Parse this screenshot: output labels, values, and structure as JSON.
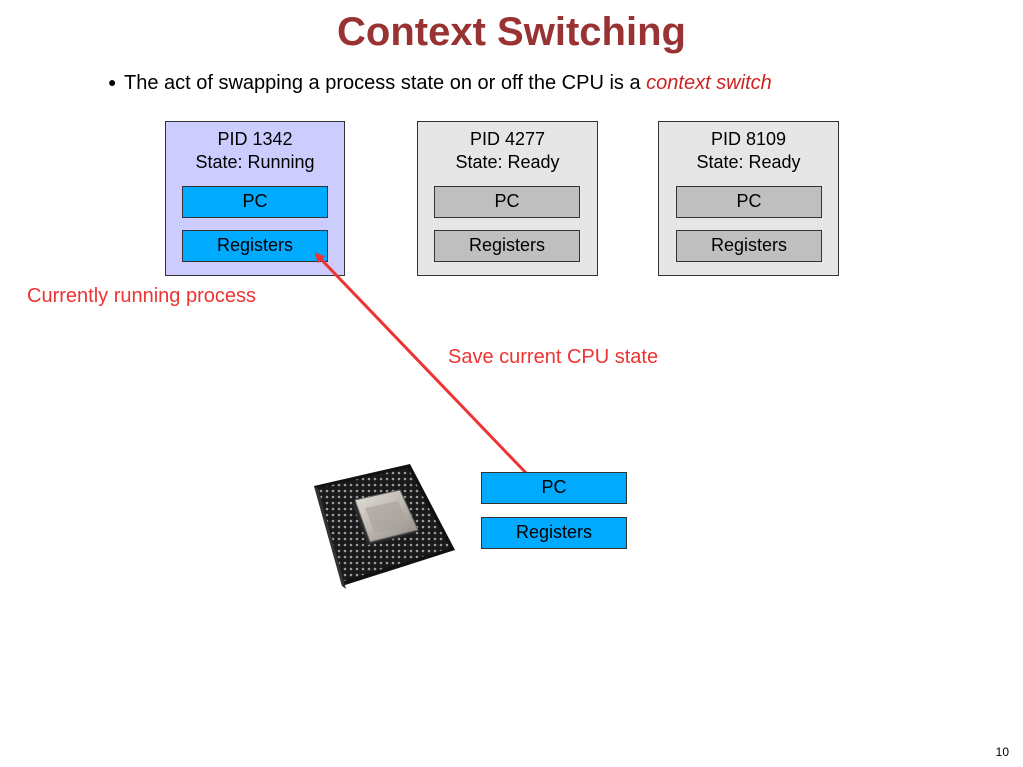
{
  "slide": {
    "title": "Context Switching",
    "bullet_text": "The act of swapping a process state on or off the CPU is a ",
    "bullet_emphasis": "context switch",
    "page_number": "10"
  },
  "processes": [
    {
      "pid": "PID 1342",
      "state": "State: Running",
      "pc": "PC",
      "registers": "Registers"
    },
    {
      "pid": "PID 4277",
      "state": "State: Ready",
      "pc": "PC",
      "registers": "Registers"
    },
    {
      "pid": "PID 8109",
      "state": "State: Ready",
      "pc": "PC",
      "registers": "Registers"
    }
  ],
  "cpu": {
    "pc": "PC",
    "registers": "Registers"
  },
  "annotations": {
    "running_label": "Currently running process",
    "save_label": "Save current CPU state"
  },
  "colors": {
    "title": "#993333",
    "running_pcb": "#ccccff",
    "ready_pcb": "#e6e6e6",
    "active_register": "#00aaff",
    "idle_register": "#bfbfbf",
    "annotation": "#ee3333"
  },
  "icons": {
    "cpu": "cpu-chip-icon"
  }
}
